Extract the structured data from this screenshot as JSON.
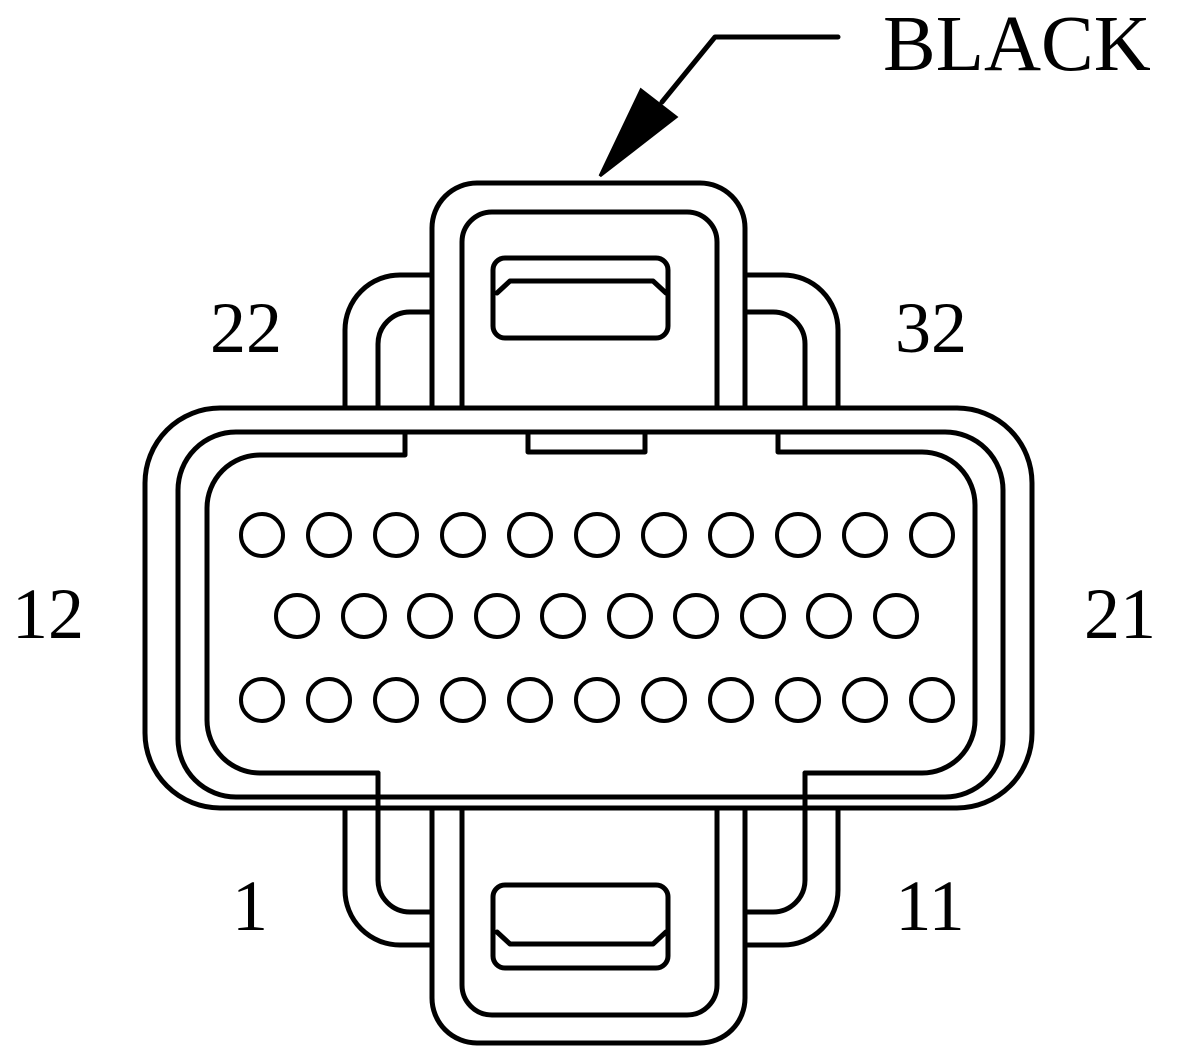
{
  "diagram": {
    "callout_label": "BLACK",
    "pin_numbers": {
      "top_left": "22",
      "top_right": "32",
      "left": "12",
      "right": "21",
      "bottom_left": "1",
      "bottom_right": "11"
    }
  },
  "colors": {
    "line": "#000000",
    "background": "#ffffff"
  }
}
